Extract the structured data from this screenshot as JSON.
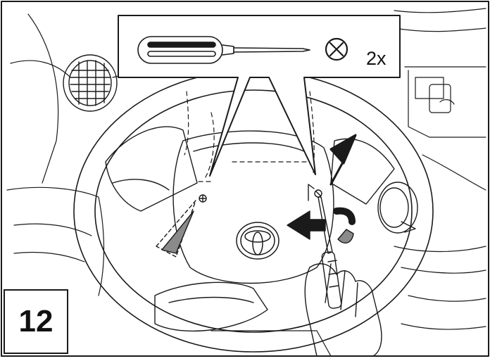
{
  "step": {
    "number": "12"
  },
  "callout": {
    "tool_icon": "phillips-screwdriver-icon",
    "screw_icon": "phillips-screw-head-icon",
    "quantity_label": "2x"
  },
  "illustration": {
    "subject": "steering-wheel-airbag-removal",
    "logo_icon": "toyota-logo-icon",
    "arrows": [
      "pointer-arrow-icon",
      "rotation-arrow-icon",
      "direction-arrow-icon"
    ]
  },
  "colors": {
    "line": "#1a1a1a",
    "shade": "#8a8a8a",
    "background": "#ffffff"
  }
}
